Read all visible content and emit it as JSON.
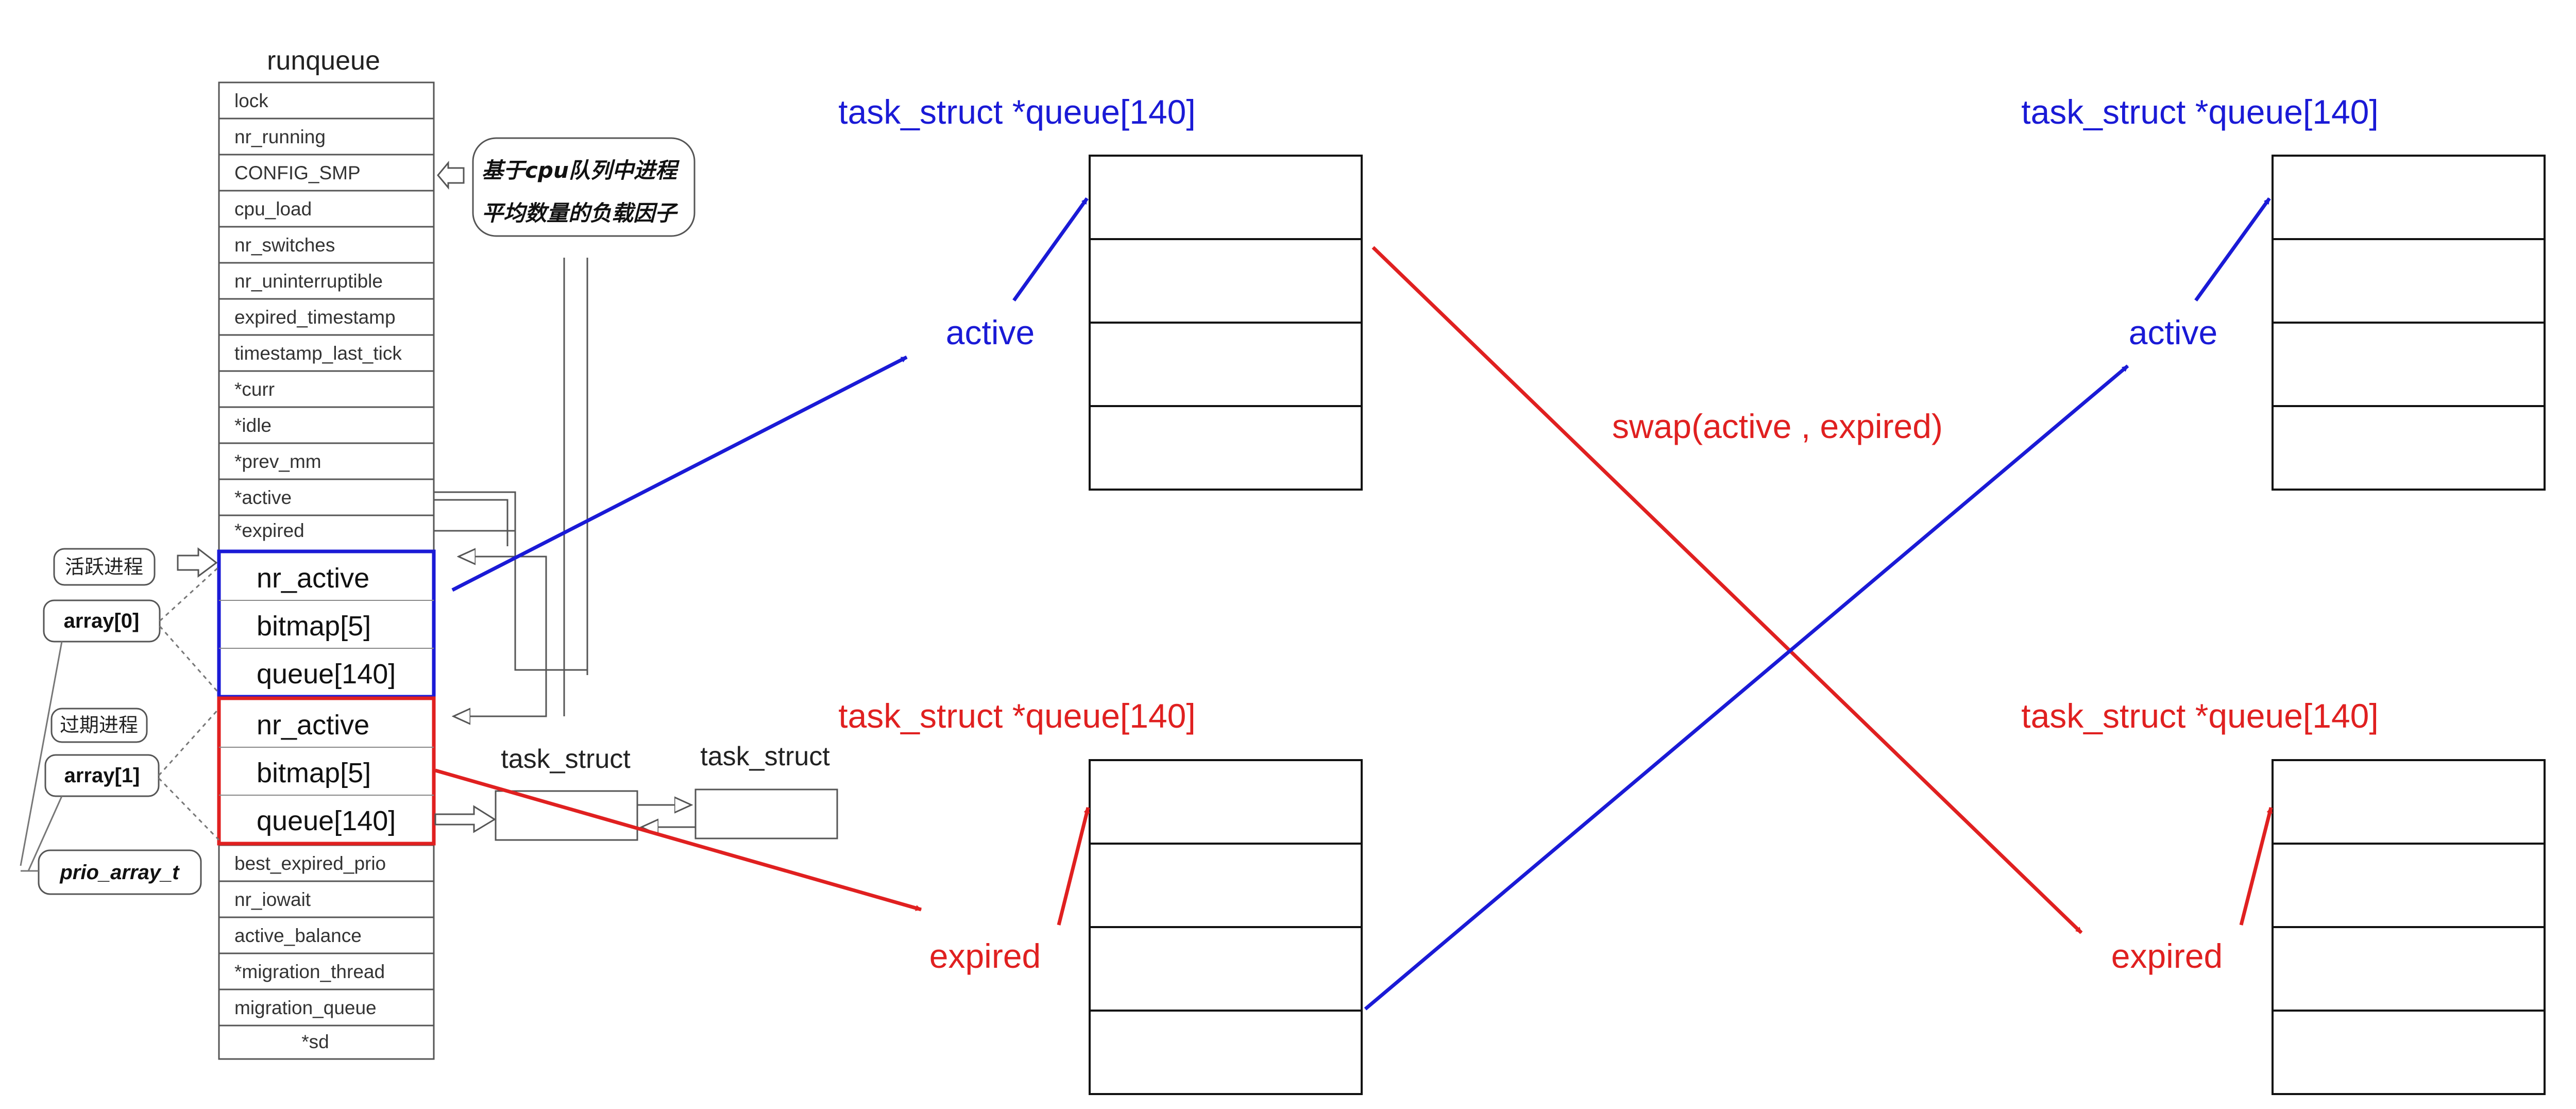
{
  "runqueue": {
    "title": "runqueue",
    "fields_top": [
      "lock",
      "nr_running",
      "CONFIG_SMP",
      "cpu_load",
      "nr_switches",
      "nr_uninterruptible",
      "expired_timestamp",
      "timestamp_last_tick",
      "*curr",
      "*idle",
      "*prev_mm",
      "*active",
      "*expired"
    ],
    "fields_bottom": [
      "best_expired_prio",
      "nr_iowait",
      "active_balance",
      "*migration_thread",
      "migration_queue",
      "*sd"
    ]
  },
  "prio_arrays": {
    "active": {
      "fields": [
        "nr_active",
        "bitmap[5]",
        "queue[140]"
      ],
      "border_color": "#1a1ad6"
    },
    "expired": {
      "fields": [
        "nr_active",
        "bitmap[5]",
        "queue[140]"
      ],
      "border_color": "#e02020"
    }
  },
  "annotations": {
    "cpu_load_note_line1": "基于cpu队列中进程",
    "cpu_load_note_line2": "平均数量的负载因子",
    "active_process": "活跃进程",
    "array0": "array[0]",
    "expired_process": "过期进程",
    "array1": "array[1]",
    "prio_array_t": "prio_array_t"
  },
  "task_structs": [
    "task_struct",
    "task_struct"
  ],
  "queues": {
    "top_left_title": "task_struct *queue[140]",
    "bottom_left_title": "task_struct *queue[140]",
    "top_right_title": "task_struct *queue[140]",
    "bottom_right_title": "task_struct *queue[140]"
  },
  "pointer_labels": {
    "active_left": "active",
    "expired_left": "expired",
    "active_right": "active",
    "expired_right": "expired",
    "swap": "swap(active , expired)"
  },
  "colors": {
    "active": "#1a1ad6",
    "expired": "#e02020",
    "outline": "#111111"
  }
}
